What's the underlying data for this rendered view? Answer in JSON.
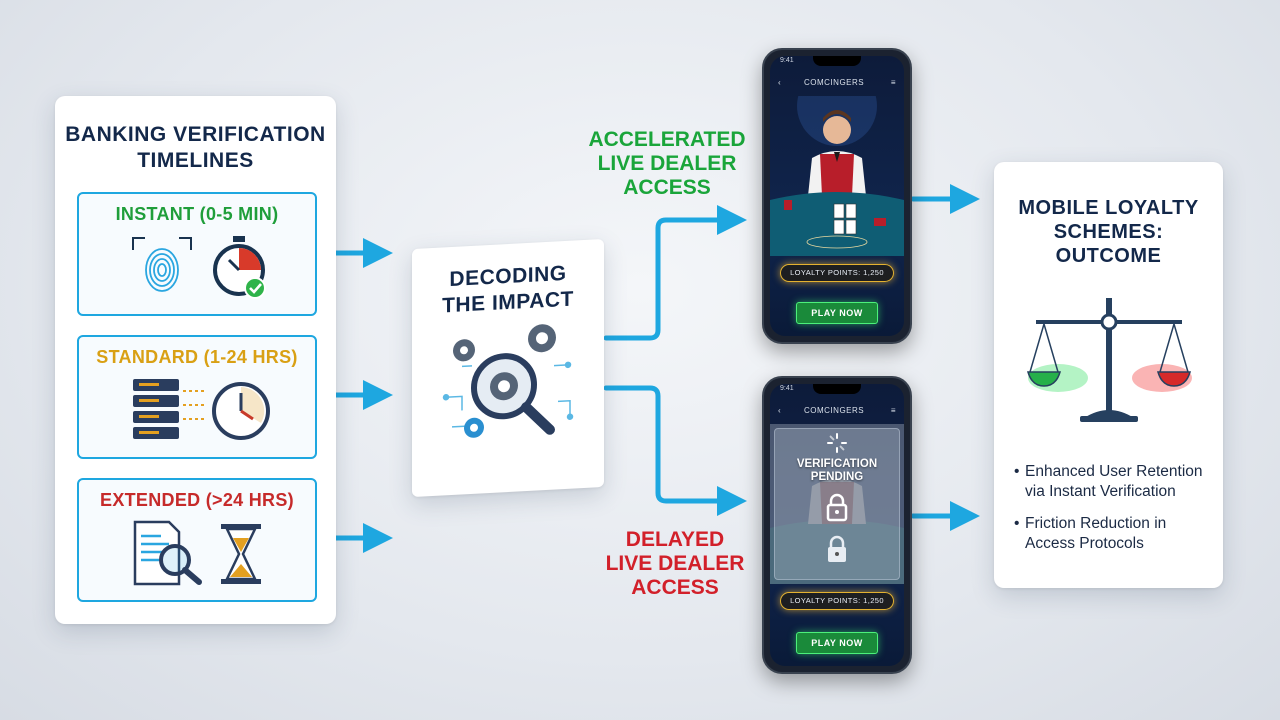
{
  "left_panel": {
    "title": "BANKING VERIFICATION TIMELINES",
    "tiers": [
      {
        "label": "INSTANT (0-5 MIN)",
        "color": "#1f9e3a"
      },
      {
        "label": "STANDARD (1-24 HRS)",
        "color": "#d9a014"
      },
      {
        "label": "EXTENDED (>24 HRS)",
        "color": "#c62a2a"
      }
    ]
  },
  "center_panel": {
    "title": "DECODING THE IMPACT"
  },
  "branches": {
    "accelerated": {
      "label": "ACCELERATED LIVE DEALER ACCESS",
      "color": "#1aa53a"
    },
    "delayed": {
      "label": "DELAYED LIVE DEALER ACCESS",
      "color": "#d2202a"
    }
  },
  "phone_top": {
    "time": "9:41",
    "app_title": "COMCINGERS",
    "loyalty": "LOYALTY POINTS: 1,250",
    "cta": "PLAY NOW"
  },
  "phone_bottom": {
    "time": "9:41",
    "app_title": "COMCINGERS",
    "overlay": "VERIFICATION PENDING",
    "loyalty": "LOYALTY POINTS: 1,250",
    "cta": "PLAY NOW"
  },
  "right_panel": {
    "title": "MOBILE LOYALTY SCHEMES: OUTCOME",
    "bullets": [
      "Enhanced User Retention via Instant Verification",
      "Friction Reduction in Access Protocols"
    ]
  },
  "colors": {
    "arrow": "#1ea7e0",
    "navy": "#13284a"
  }
}
